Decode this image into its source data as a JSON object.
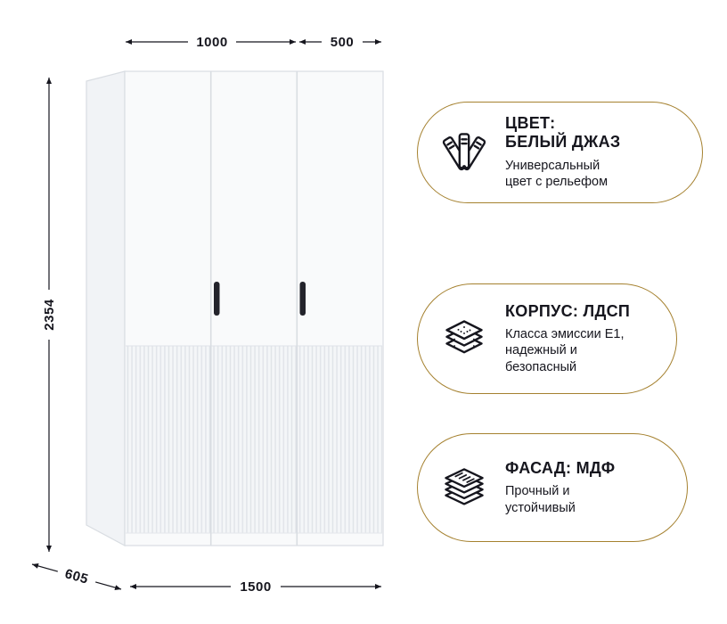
{
  "colors": {
    "accent": "#A5812F",
    "text": "#16161E"
  },
  "wardrobe": {
    "dims": {
      "top_left": "1000",
      "top_right": "500",
      "height": "2354",
      "width": "1500",
      "depth": "605"
    }
  },
  "features": [
    {
      "icon": "color-swatches-icon",
      "title": "ЦВЕТ:\nБЕЛЫЙ ДЖАЗ",
      "subtitle": "Универсальный\nцвет с рельефом"
    },
    {
      "icon": "layered-board-icon",
      "title": "КОРПУС: ЛДСП",
      "subtitle": "Класса эмиссии Е1,\nнадежный и\nбезопасный"
    },
    {
      "icon": "stacked-sheets-icon",
      "title": "ФАСАД: МДФ",
      "subtitle": "Прочный и\nустойчивый"
    }
  ]
}
